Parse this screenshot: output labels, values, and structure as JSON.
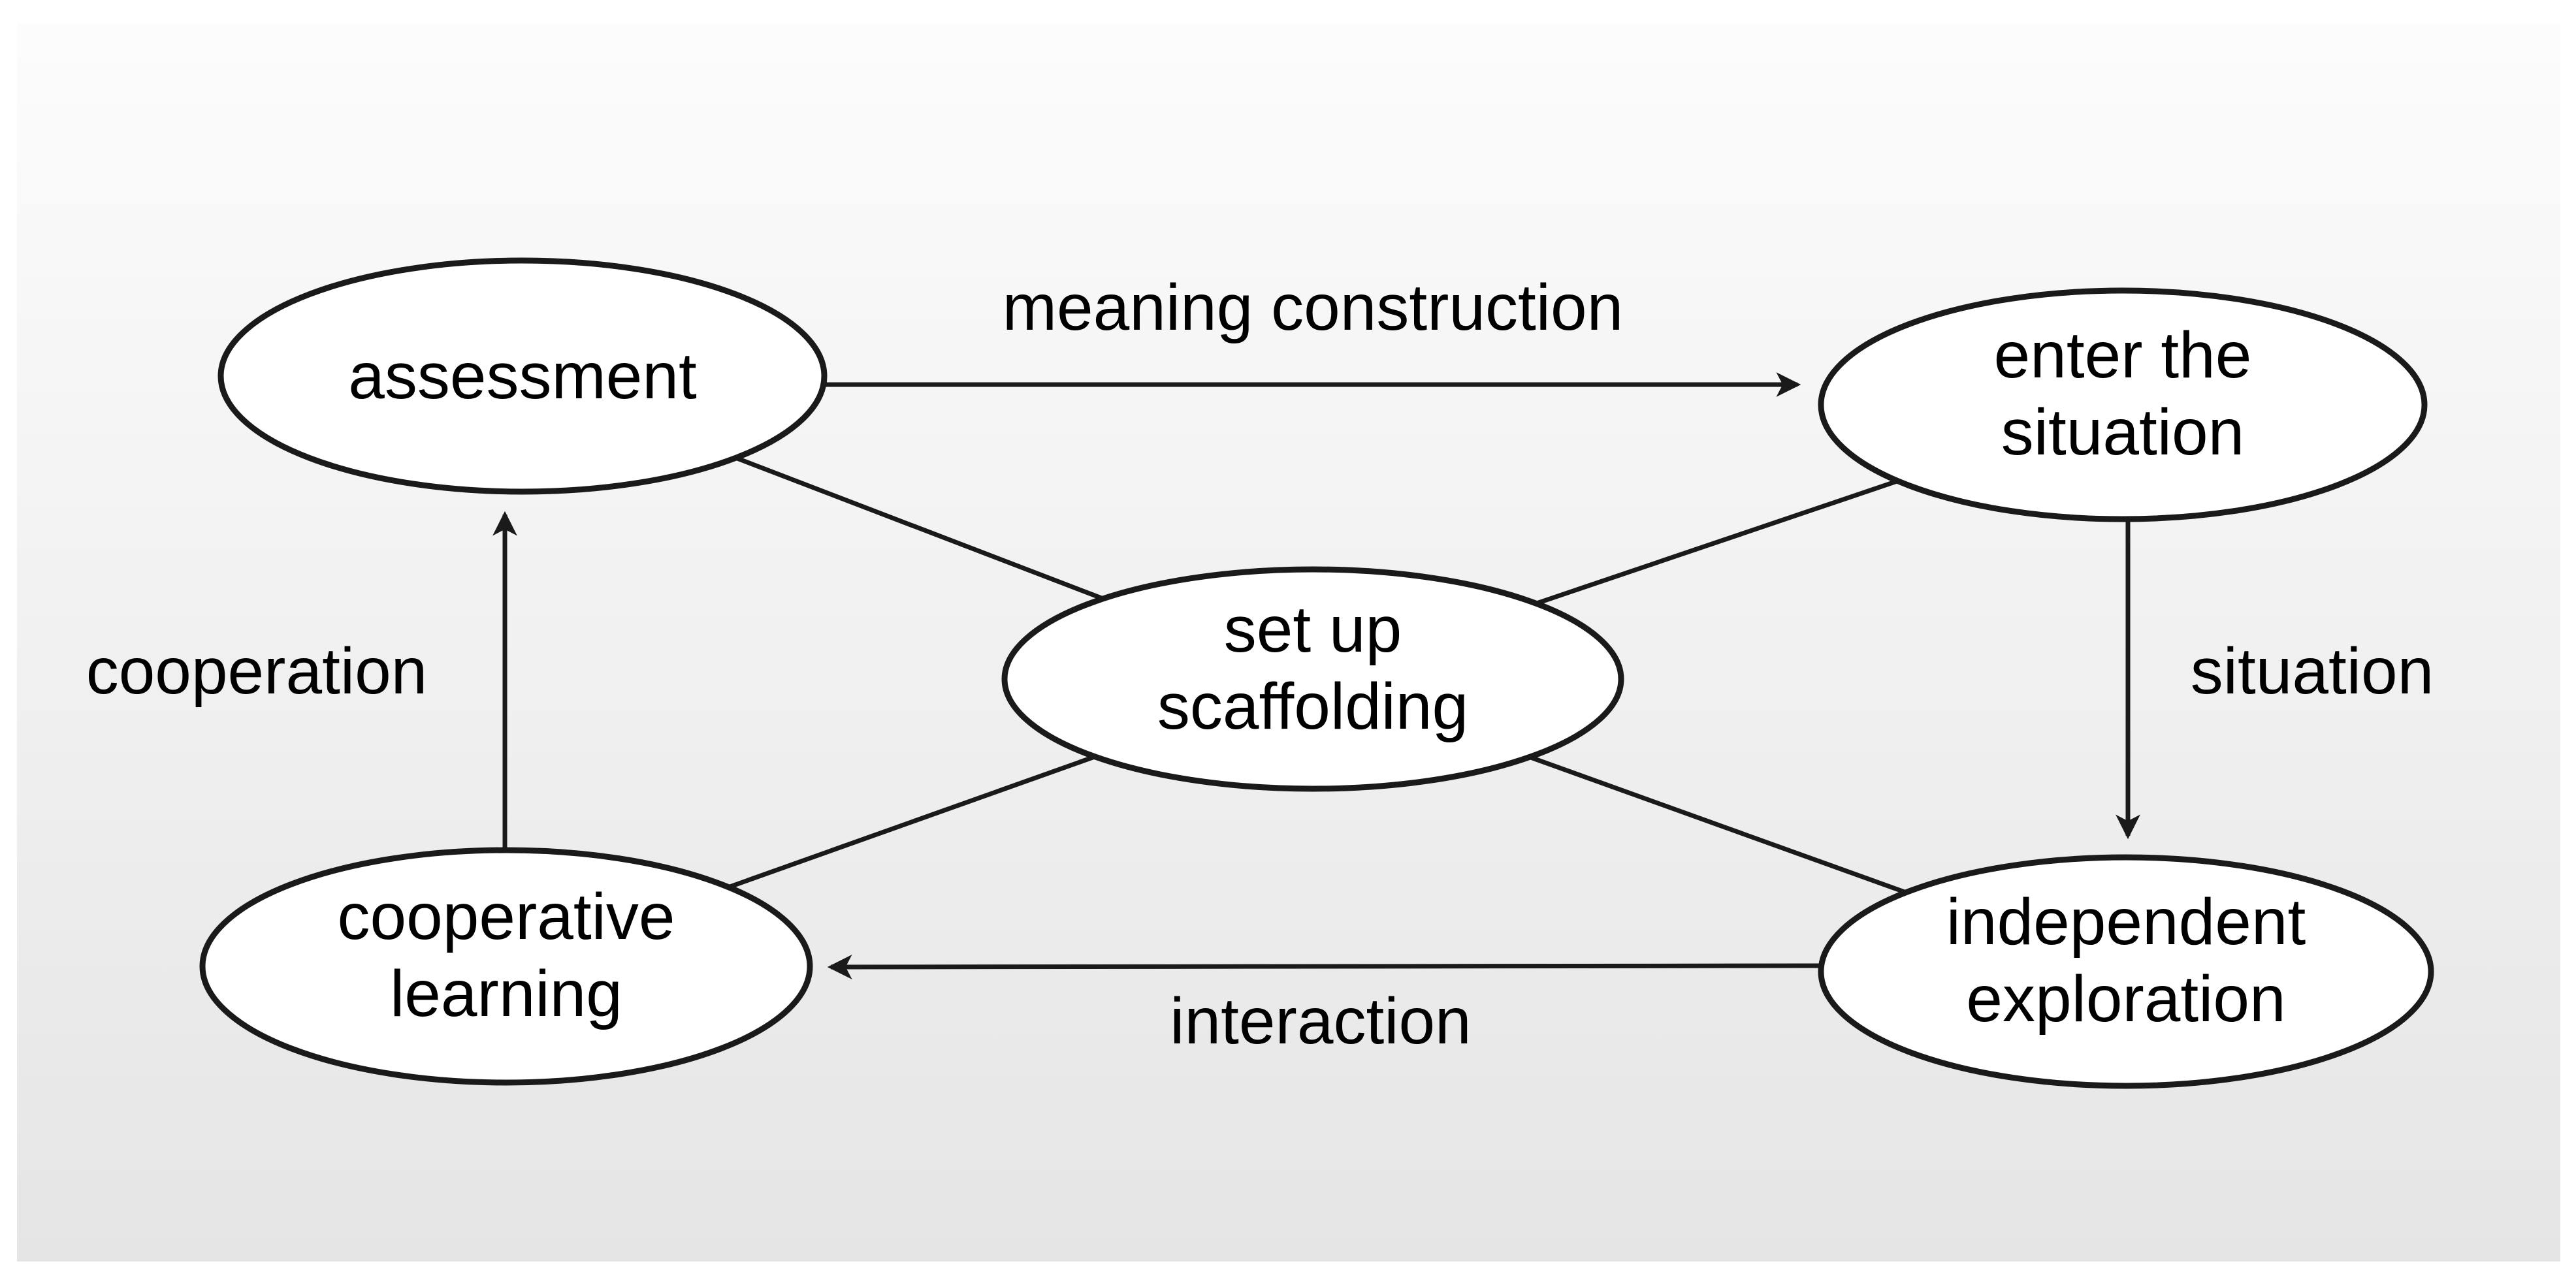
{
  "diagram_type": "concept-flow-diagram",
  "nodes": {
    "assessment": {
      "label": "assessment"
    },
    "enter_situation": {
      "label_line1": "enter the",
      "label_line2": "situation"
    },
    "set_up_scaffolding": {
      "label_line1": "set up",
      "label_line2": "scaffolding"
    },
    "cooperative_learning": {
      "label_line1": "cooperative",
      "label_line2": "learning"
    },
    "independent_exploration": {
      "label_line1": "independent",
      "label_line2": "exploration"
    }
  },
  "edges": {
    "meaning_construction": {
      "label": "meaning construction",
      "from": "assessment",
      "to": "enter_situation",
      "arrow": true
    },
    "situation": {
      "label": "situation",
      "from": "enter_situation",
      "to": "independent_exploration",
      "arrow": true
    },
    "interaction": {
      "label": "interaction",
      "from": "independent_exploration",
      "to": "cooperative_learning",
      "arrow": true
    },
    "cooperation": {
      "label": "cooperation",
      "from": "cooperative_learning",
      "to": "assessment",
      "arrow": true
    }
  },
  "scaffolding_connections": [
    "assessment",
    "enter_situation",
    "cooperative_learning",
    "independent_exploration"
  ],
  "colors": {
    "page_bg": "#ffffff",
    "bg_top": "#fcfcfc",
    "bg_bottom": "#e5e5e5",
    "node_fill": "#ffffff",
    "stroke": "#1a1a1a",
    "text": "#000000"
  }
}
